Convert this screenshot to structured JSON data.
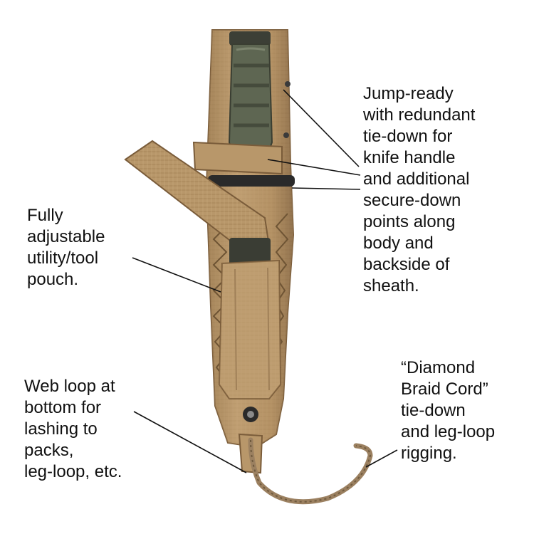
{
  "callouts": {
    "jump_ready": {
      "lines": [
        "Jump-ready",
        "with redundant",
        "tie-down for",
        "knife handle",
        "and additional",
        "secure-down",
        "points along",
        "body and",
        "backside of",
        "sheath."
      ]
    },
    "utility_pouch": {
      "lines": [
        "Fully",
        "adjustable",
        "utility/tool",
        "pouch."
      ]
    },
    "web_loop": {
      "lines": [
        "Web loop at",
        "bottom for",
        "lashing to",
        "packs,",
        "leg-loop, etc."
      ]
    },
    "braid_cord": {
      "lines": [
        "“Diamond",
        "Braid Cord”",
        "tie-down",
        "and leg-loop",
        "rigging."
      ]
    }
  },
  "colors": {
    "background": "#ffffff",
    "text": "#111111",
    "sheath_tan": "#b8976a",
    "sheath_shadow": "#8a6a44",
    "handle_olive": "#5e6652",
    "metal_black": "#2a2a2a",
    "cord": "#9b8060"
  }
}
